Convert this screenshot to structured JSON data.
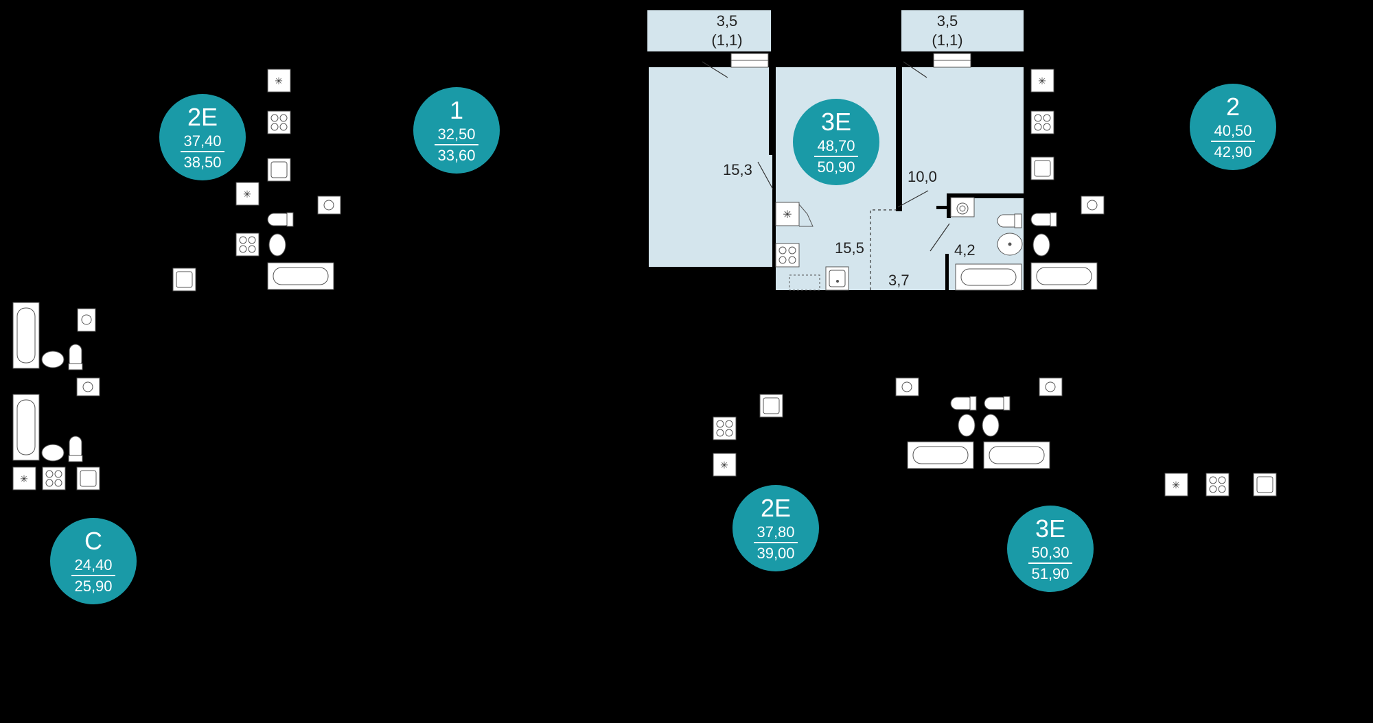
{
  "colors": {
    "background": "#000000",
    "room_fill": "#d4e5ed",
    "wall": "#000000",
    "badge": "#1a9aa7",
    "badge_text": "#ffffff",
    "fixture_fill": "#ffffff",
    "fixture_stroke": "#555555",
    "label_text": "#222222"
  },
  "apartments": [
    {
      "type": "2E",
      "living": "37,40",
      "total": "38,50"
    },
    {
      "type": "1",
      "living": "32,50",
      "total": "33,60"
    },
    {
      "type": "3E",
      "living": "48,70",
      "total": "50,90"
    },
    {
      "type": "2",
      "living": "40,50",
      "total": "42,90"
    },
    {
      "type": "C",
      "living": "24,40",
      "total": "25,90"
    },
    {
      "type": "2E",
      "living": "37,80",
      "total": "39,00"
    },
    {
      "type": "3E",
      "living": "50,30",
      "total": "51,90"
    }
  ],
  "room_areas": {
    "balcony_left": {
      "area": "3,5",
      "coef": "(1,1)"
    },
    "balcony_right": {
      "area": "3,5",
      "coef": "(1,1)"
    },
    "bedroom_left": "15,3",
    "bedroom_right": "10,0",
    "kitchen_living": "15,5",
    "bathroom": "4,2",
    "hall": "3,7"
  },
  "fixture_icons": [
    "stove-icon",
    "fridge-icon",
    "sink-icon",
    "bathtub-icon",
    "toilet-icon",
    "washbasin-icon",
    "washing-machine-icon"
  ]
}
